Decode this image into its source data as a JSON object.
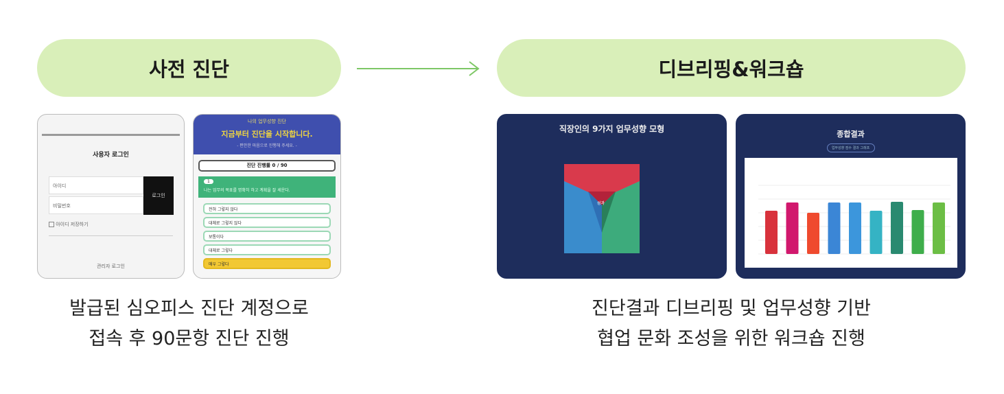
{
  "steps": [
    {
      "title": "사전 진단",
      "caption": [
        "발급된 심오피스 진단 계정으로",
        "접속 후 90문항 진단 진행"
      ]
    },
    {
      "title": "디브리핑&워크숍",
      "caption": [
        "진단결과 디브리핑 및 업무성향 기반",
        "협업 문화 조성을 위한 워크숍 진행"
      ]
    }
  ],
  "login": {
    "title": "사용자 로그인",
    "id_placeholder": "아이디",
    "pw_placeholder": "비밀번호",
    "button": "로그인",
    "remember": "아이디 저장하기",
    "admin": "관리자 로그인"
  },
  "survey": {
    "subtitle": "나의 업무성향 진단",
    "title": "지금부터 진단을 시작합니다.",
    "note": "- 편안한 마음으로 진행해 주세요. -",
    "progress": "진단 진행률 0 / 90",
    "qnum": "1",
    "question": "나는 업무의 목표를 명확히 하고 계획을 잘 세운다.",
    "options": [
      "전혀 그렇지 않다",
      "대체로 그렇지 않다",
      "보통이다",
      "대체로 그렇다",
      "매우 그렇다"
    ]
  },
  "model": {
    "title": "직장인의 9가지 업무성향 모형",
    "center": "성과"
  },
  "result": {
    "title": "종합결과",
    "tag": "업무성향 점수 결과 그래프"
  },
  "colors": {
    "pill": "#d9efb9",
    "arrow": "#7dc765",
    "navy": "#1e2d5c"
  },
  "chart_data": {
    "type": "bar",
    "values": [
      63,
      75,
      60,
      75,
      75,
      63,
      76,
      64,
      75
    ],
    "colors": [
      "#d8323c",
      "#d1186d",
      "#ef4a2e",
      "#3b86d6",
      "#3c96dc",
      "#35b3c4",
      "#2a8a70",
      "#3fae4b",
      "#6cbe45"
    ],
    "ylim": [
      0,
      100
    ]
  }
}
